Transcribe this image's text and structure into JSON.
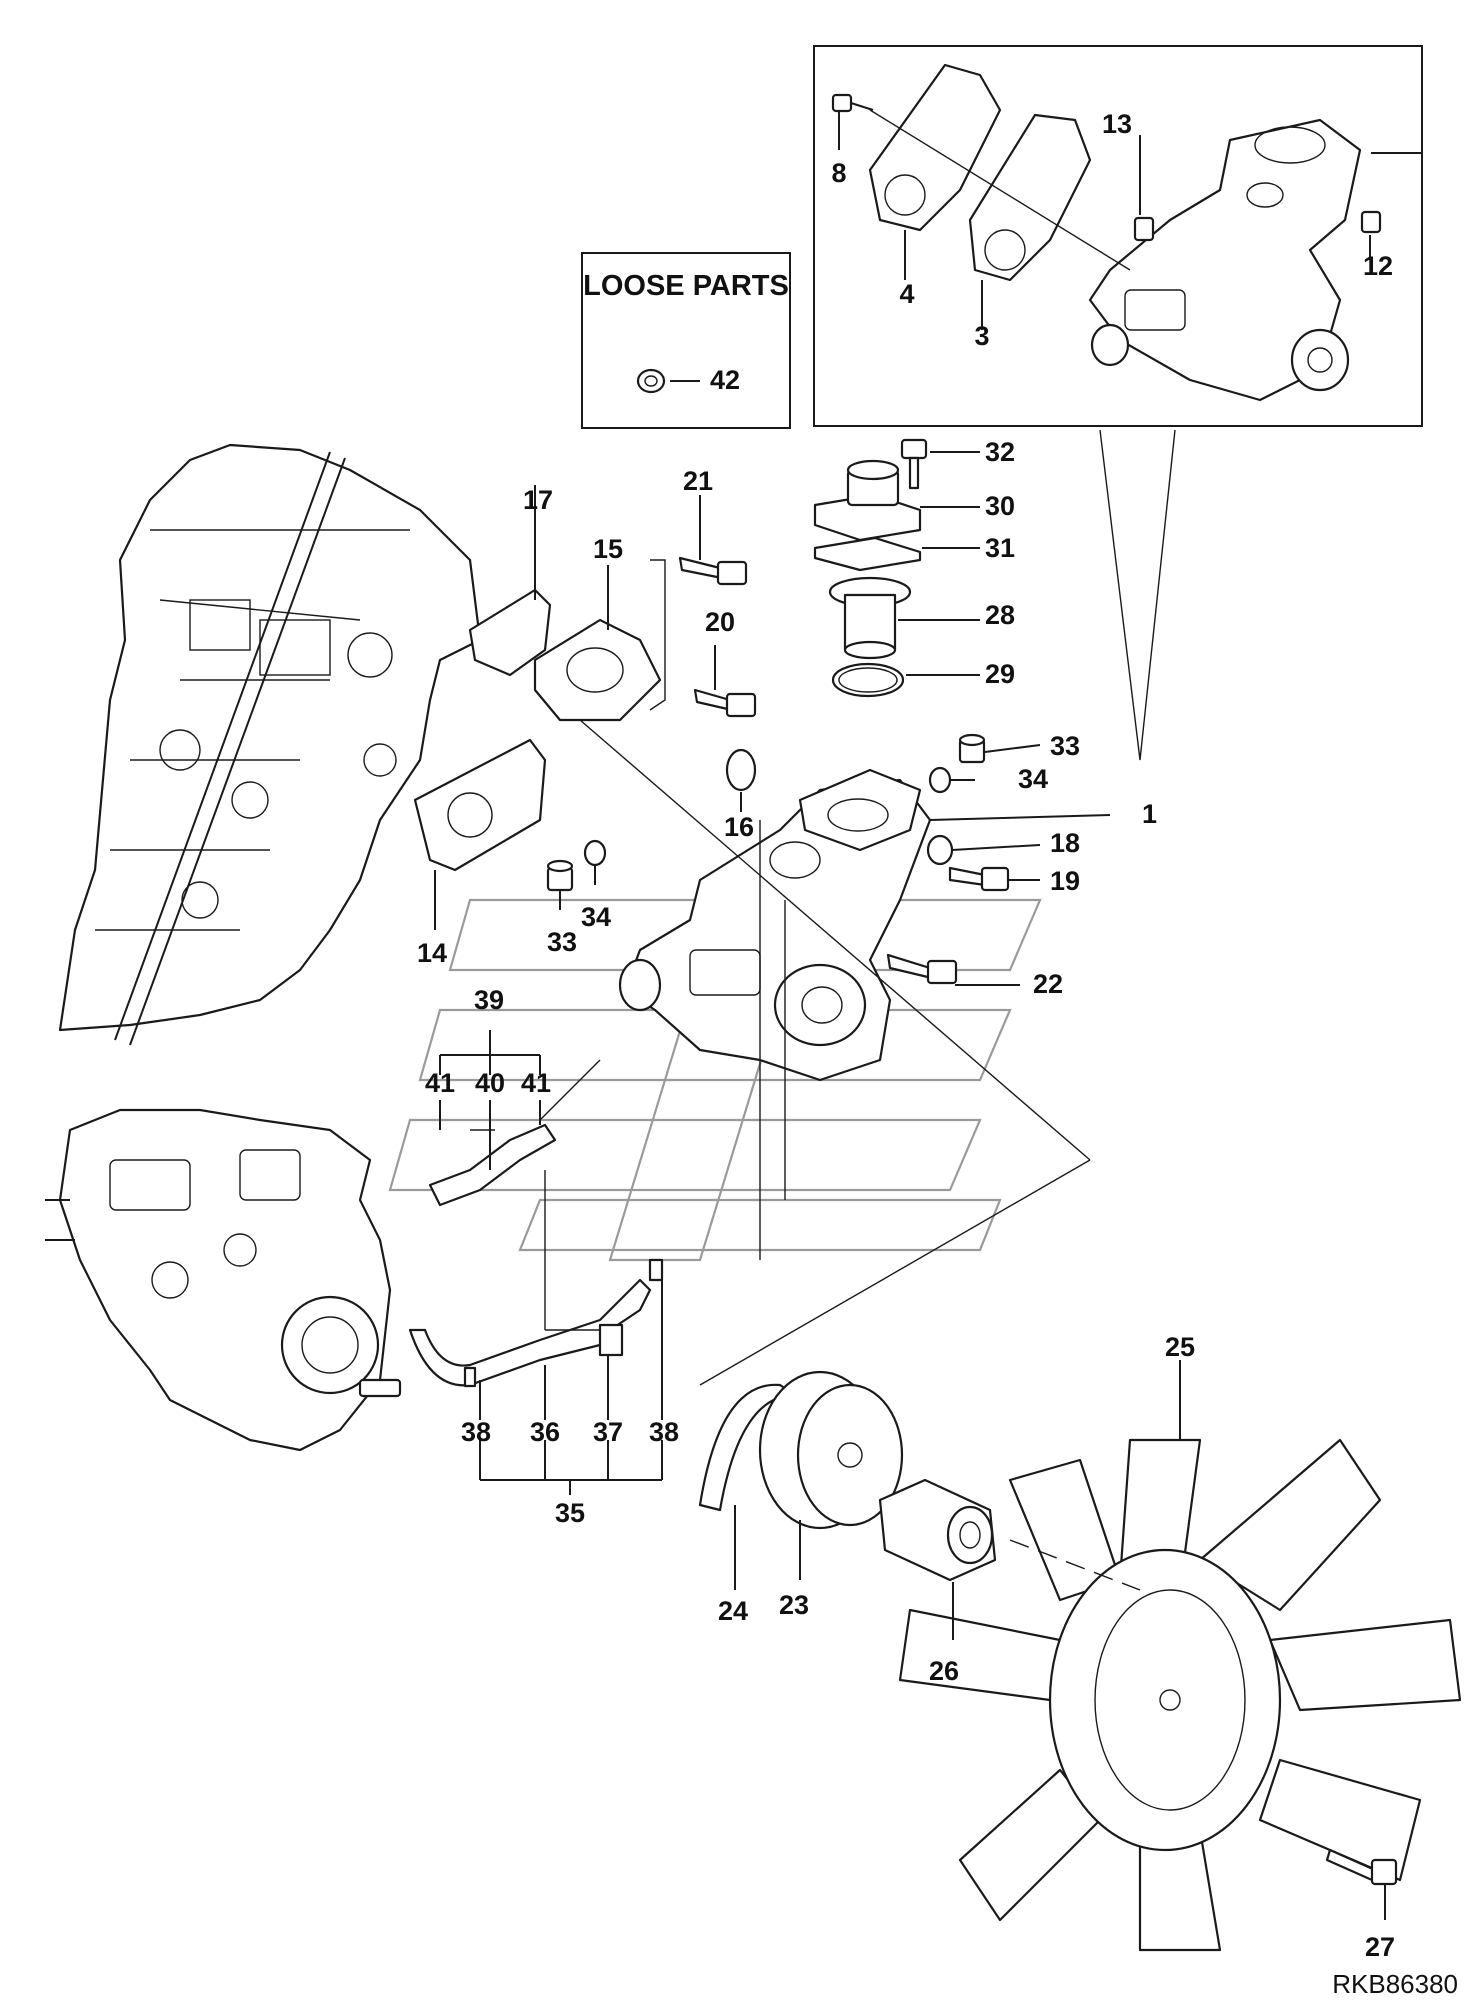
{
  "diagram": {
    "drawing_code": "RKB86380",
    "loose_parts": {
      "title": "LOOSE PARTS",
      "item": "42"
    },
    "callouts": [
      "1",
      "3",
      "4",
      "8",
      "12",
      "13",
      "14",
      "15",
      "16",
      "17",
      "18",
      "19",
      "20",
      "21",
      "22",
      "23",
      "24",
      "25",
      "26",
      "27",
      "28",
      "29",
      "30",
      "31",
      "32",
      "33",
      "34",
      "33",
      "34",
      "35",
      "36",
      "37",
      "38",
      "38",
      "39",
      "40",
      "41",
      "41"
    ]
  }
}
